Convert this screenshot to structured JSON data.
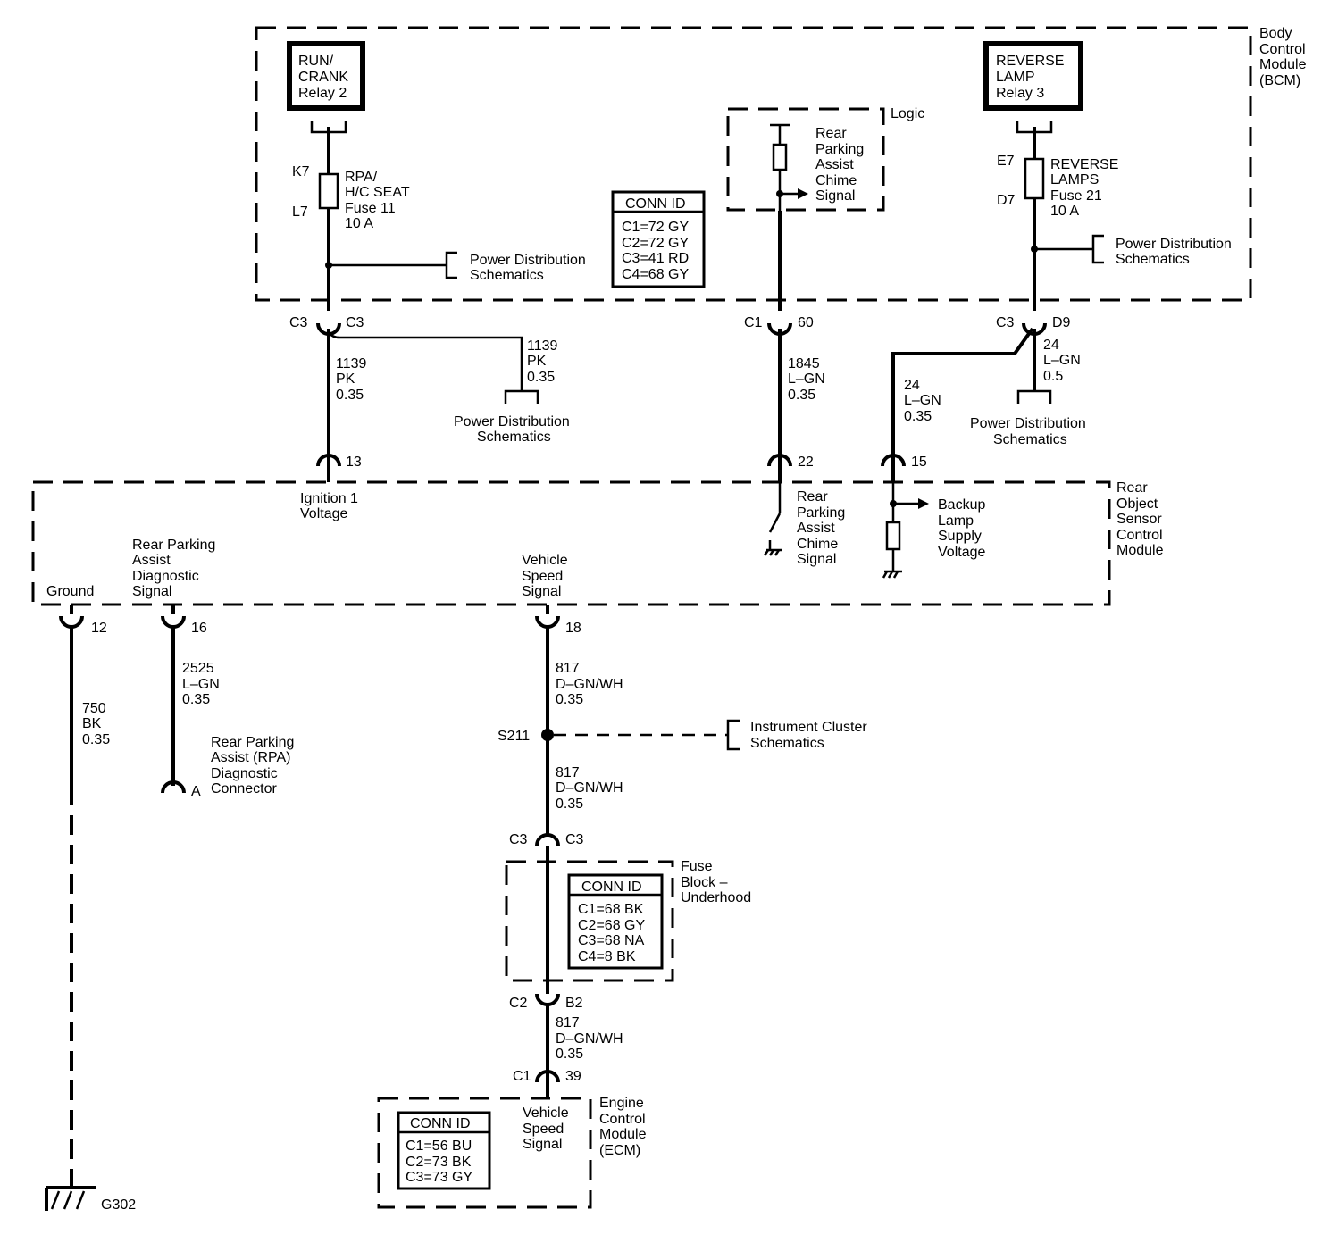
{
  "modules": {
    "bcm": {
      "name_lines": [
        "Body",
        "Control",
        "Module",
        "(BCM)"
      ]
    },
    "rosm": {
      "name_lines": [
        "Rear",
        "Object",
        "Sensor",
        "Control",
        "Module"
      ]
    },
    "fuse_block": {
      "name_lines": [
        "Fuse",
        "Block –",
        "Underhood"
      ]
    },
    "ecm": {
      "name_lines": [
        "Engine",
        "Control",
        "Module",
        "(ECM)"
      ]
    },
    "logic": {
      "name": "Logic"
    }
  },
  "relays": {
    "run_crank": [
      "RUN/",
      "CRANK",
      "Relay 2"
    ],
    "reverse": [
      "REVERSE",
      "LAMP",
      "Relay 3"
    ]
  },
  "fuses": {
    "rpa": {
      "top_pin": "K7",
      "bottom_pin": "L7",
      "lines": [
        "RPA/",
        "H/C SEAT",
        "Fuse 11",
        "10 A"
      ]
    },
    "reverse": {
      "top_pin": "E7",
      "bottom_pin": "D7",
      "lines": [
        "REVERSE",
        "LAMPS",
        "Fuse 21",
        "10 A"
      ]
    }
  },
  "conn_id_tables": {
    "bcm": {
      "title": "CONN ID",
      "rows": [
        "C1=72 GY",
        "C2=72 GY",
        "C3=41 RD",
        "C4=68 GY"
      ]
    },
    "fuse_block": {
      "title": "CONN ID",
      "rows": [
        "C1=68 BK",
        "C2=68 GY",
        "C3=68 NA",
        "C4=8 BK"
      ]
    },
    "ecm": {
      "title": "CONN ID",
      "rows": [
        "C1=56 BU",
        "C2=73 BK",
        "C3=73 GY"
      ]
    }
  },
  "connectors": {
    "bcm_c3_ign": {
      "left": "C3",
      "right": "C3"
    },
    "bcm_c1_60": {
      "left": "C1",
      "right": "60"
    },
    "bcm_c3_d9": {
      "left": "C3",
      "right": "D9"
    },
    "rosm_13": "13",
    "rosm_22": "22",
    "rosm_15": "15",
    "rosm_12": "12",
    "rosm_16": "16",
    "rosm_18": "18",
    "fb_c3": {
      "left": "C3",
      "right": "C3"
    },
    "fb_c2_b2": {
      "left": "C2",
      "right": "B2"
    },
    "ecm_c1_39": {
      "left": "C1",
      "right": "39"
    },
    "dlc_a": "A"
  },
  "wires": {
    "ign_main": [
      "1139",
      "PK",
      "0.35"
    ],
    "ign_branch": [
      "1139",
      "PK",
      "0.35"
    ],
    "chime": [
      "1845",
      "L–GN",
      "0.35"
    ],
    "rev_rosm": [
      "24",
      "L–GN",
      "0.35"
    ],
    "rev_pds": [
      "24",
      "L–GN",
      "0.5"
    ],
    "ground": [
      "750",
      "BK",
      "0.35"
    ],
    "diag": [
      "2525",
      "L–GN",
      "0.35"
    ],
    "vss_1": [
      "817",
      "D–GN/WH",
      "0.35"
    ],
    "vss_2": [
      "817",
      "D–GN/WH",
      "0.35"
    ],
    "vss_3": [
      "817",
      "D–GN/WH",
      "0.35"
    ]
  },
  "signals": {
    "rpa_chime_logic": [
      "Rear",
      "Parking",
      "Assist",
      "Chime",
      "Signal"
    ],
    "ignition_1": [
      "Ignition 1",
      "Voltage"
    ],
    "rpa_chime_rosm": [
      "Rear",
      "Parking",
      "Assist",
      "Chime",
      "Signal"
    ],
    "backup_lamp": [
      "Backup",
      "Lamp",
      "Supply",
      "Voltage"
    ],
    "ground": "Ground",
    "rpa_diag": [
      "Rear Parking",
      "Assist",
      "Diagnostic",
      "Signal"
    ],
    "vss_rosm": [
      "Vehicle",
      "Speed",
      "Signal"
    ],
    "vss_ecm": [
      "Vehicle",
      "Speed",
      "Signal"
    ]
  },
  "references": {
    "pds_bcm_left": [
      "Power Distribution",
      "Schematics"
    ],
    "pds_bcm_right": [
      "Power Distribution",
      "Schematics"
    ],
    "pds_ign_branch": [
      "Power Distribution",
      "Schematics"
    ],
    "pds_reverse": [
      "Power Distribution",
      "Schematics"
    ],
    "instrument_cluster": [
      "Instrument Cluster",
      "Schematics"
    ]
  },
  "splice": "S211",
  "ground_point": "G302",
  "diag_connector": [
    "Rear Parking",
    "Assist (RPA)",
    "Diagnostic",
    "Connector"
  ]
}
